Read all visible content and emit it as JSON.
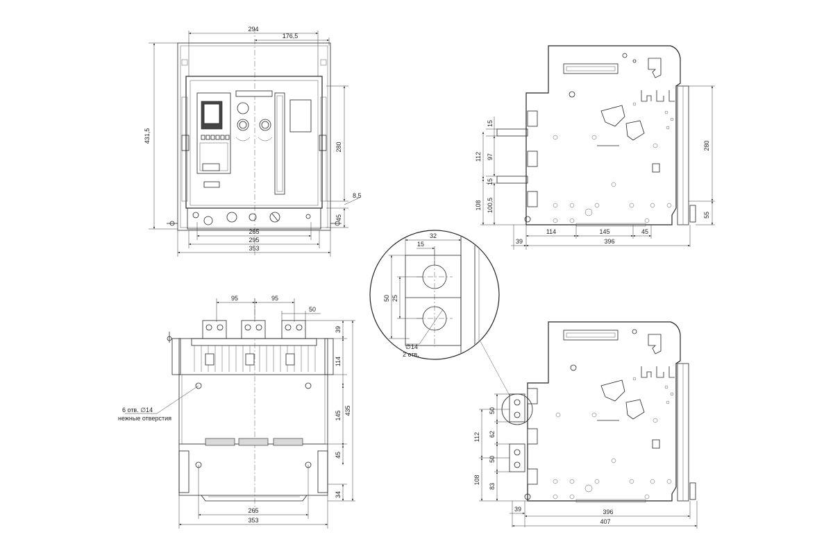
{
  "views": {
    "front": {
      "dims": {
        "d294": "294",
        "d176_5": "176,5",
        "d431_5": "431,5",
        "d280": "280",
        "d8_5": "8,5",
        "d45": "45",
        "d265": "265",
        "d295": "295",
        "d353": "353"
      }
    },
    "side_top": {
      "dims": {
        "d15a": "15",
        "d112": "112",
        "d97": "97",
        "d15b": "15",
        "d108": "108",
        "d100_5": "100,5",
        "d280": "280",
        "d55": "55",
        "d39": "39",
        "d114": "114",
        "d145": "145",
        "d45": "45",
        "d396": "396"
      }
    },
    "detail": {
      "dims": {
        "d32": "32",
        "d15": "15",
        "d50": "50",
        "d25": "25"
      },
      "note_line1": "∅14",
      "note_line2": "2 отв."
    },
    "bottom": {
      "dims": {
        "d95a": "95",
        "d95b": "95",
        "d50": "50",
        "d39": "39",
        "d114": "114",
        "d145": "145",
        "d435": "435",
        "d45": "45",
        "d34": "34",
        "d265": "265",
        "d353": "353"
      },
      "note_line1": "6 отв. ∅14",
      "note_line2": "нежные отверстия"
    },
    "side_bottom": {
      "dims": {
        "d50a": "50",
        "d62": "62",
        "d112": "112",
        "d50b": "50",
        "d108": "108",
        "d83": "83",
        "d39": "39",
        "d396": "396",
        "d407": "407"
      }
    }
  }
}
